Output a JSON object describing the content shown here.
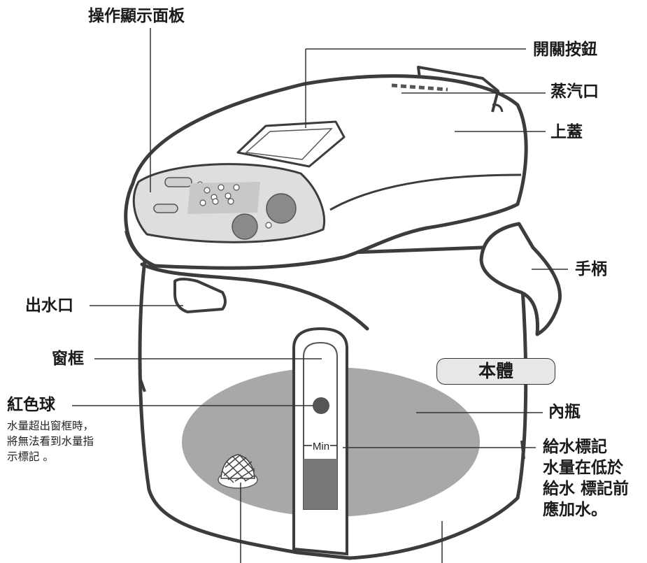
{
  "labels": {
    "control_panel": "操作顯示面板",
    "power_button": "開關按鈕",
    "steam_vent": "蒸汽口",
    "top_lid": "上蓋",
    "handle": "手柄",
    "spout": "出水口",
    "window_frame": "窗框",
    "red_ball": "紅色球",
    "red_ball_note": [
      "水量超出窗框時，",
      "將無法看到水量指",
      "示標記 。"
    ],
    "body": "本體",
    "inner_pot": "內瓶",
    "water_mark": [
      "給水標記",
      "水量在低於",
      "給水 標記前",
      "應加水。"
    ],
    "min_marker": "Min"
  },
  "colors": {
    "outline": "#3c3c3c",
    "body_fill": "#ffffff",
    "panel_fill": "#dedede",
    "inner_pot": "#a8a8a8",
    "window_dark": "#777777",
    "text": "#1a1a1a"
  }
}
